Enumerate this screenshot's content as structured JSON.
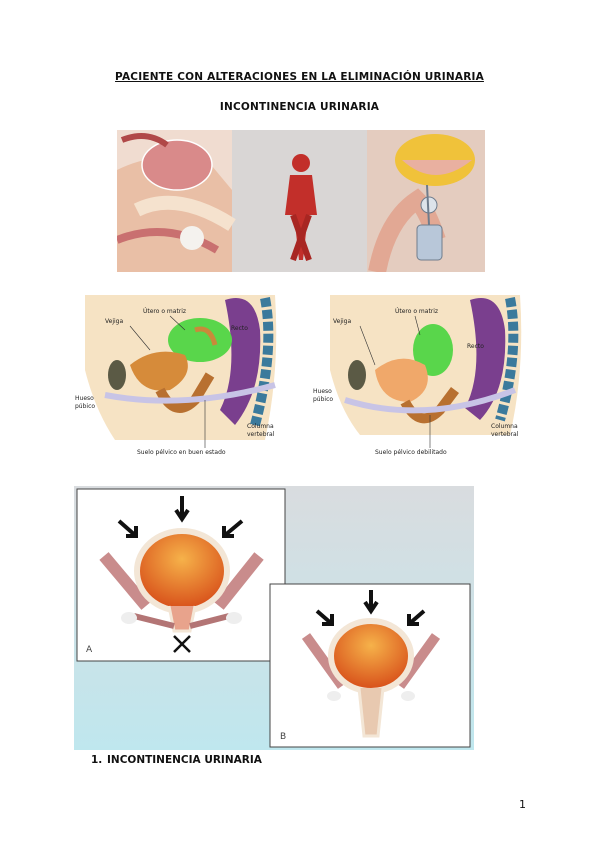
{
  "header": {
    "title": "PACIENTE CON ALTERACIONES EN LA ELIMINACIÓN URINARIA",
    "subtitle": "INCONTINENCIA URINARIA"
  },
  "figure2": {
    "left": {
      "vejiga": "Vejiga",
      "utero": "Útero o matriz",
      "recto": "Recto",
      "hueso_1": "Hueso",
      "hueso_2": "púbico",
      "columna_1": "Columna",
      "columna_2": "vertebral",
      "suelo": "Suelo pélvico en buen estado"
    },
    "right": {
      "vejiga": "Vejiga",
      "utero": "Útero o matriz",
      "recto": "Recto",
      "hueso_1": "Hueso",
      "hueso_2": "púbico",
      "columna_1": "Columna",
      "columna_2": "vertebral",
      "suelo": "Suelo pélvico debilitado"
    }
  },
  "figure3": {
    "panel_a": "A",
    "panel_b": "B"
  },
  "list": {
    "number": "1.",
    "text": "INCONTINENCIA URINARIA"
  },
  "footer": {
    "page_number": "1"
  }
}
